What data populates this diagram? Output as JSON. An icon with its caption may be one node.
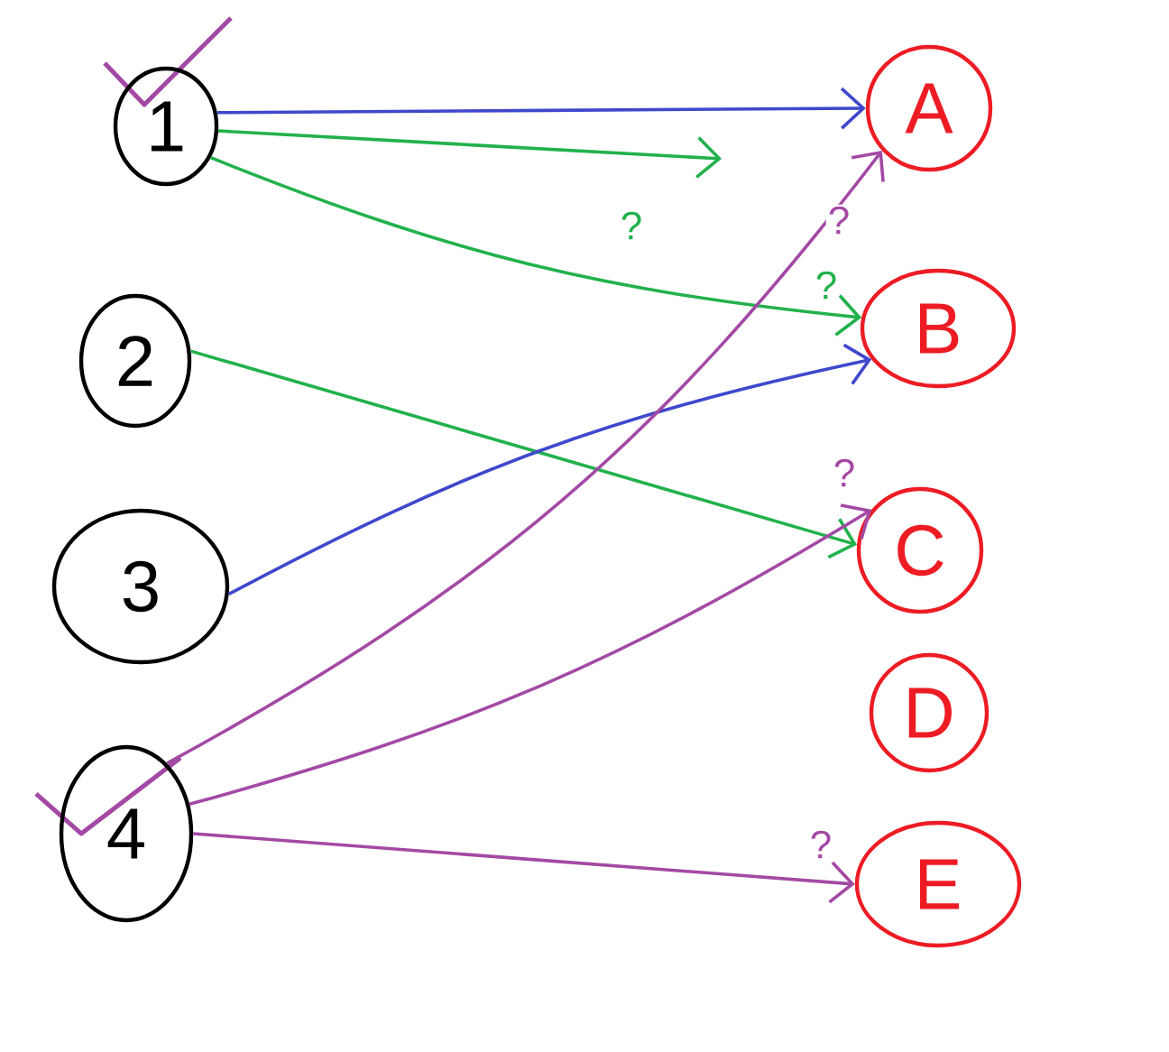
{
  "diagram": {
    "nodes": [
      {
        "text": [
          "1"
        ]
      },
      {
        "text": [
          "2"
        ]
      },
      {
        "text": [
          "3"
        ]
      },
      {
        "text": [
          "4"
        ]
      },
      {
        "text": [
          "A"
        ]
      },
      {
        "text": [
          "B"
        ]
      },
      {
        "text": [
          "C"
        ]
      },
      {
        "text": [
          "D"
        ]
      },
      {
        "text": [
          "E"
        ]
      }
    ],
    "edges": [
      {
        "from": 0,
        "to": 4,
        "arrow": "to",
        "color": "#3f48cc"
      },
      {
        "from": 0,
        "to": null,
        "arrow": "to",
        "label": "?",
        "color": "#22b14c"
      },
      {
        "from": 0,
        "to": 5,
        "arrow": "to",
        "label": "?",
        "color": "#22b14c"
      },
      {
        "from": 1,
        "to": 6,
        "arrow": "to",
        "color": "#22b14c"
      },
      {
        "from": 2,
        "to": 5,
        "arrow": "to",
        "color": "#3f48cc"
      },
      {
        "from": 3,
        "to": 4,
        "arrow": "to",
        "label": "?",
        "color": "#a349a4"
      },
      {
        "from": 3,
        "to": 6,
        "arrow": "to",
        "label": "?",
        "color": "#a349a4"
      },
      {
        "from": 3,
        "to": 8,
        "arrow": "to",
        "label": "?",
        "color": "#a349a4"
      }
    ]
  }
}
